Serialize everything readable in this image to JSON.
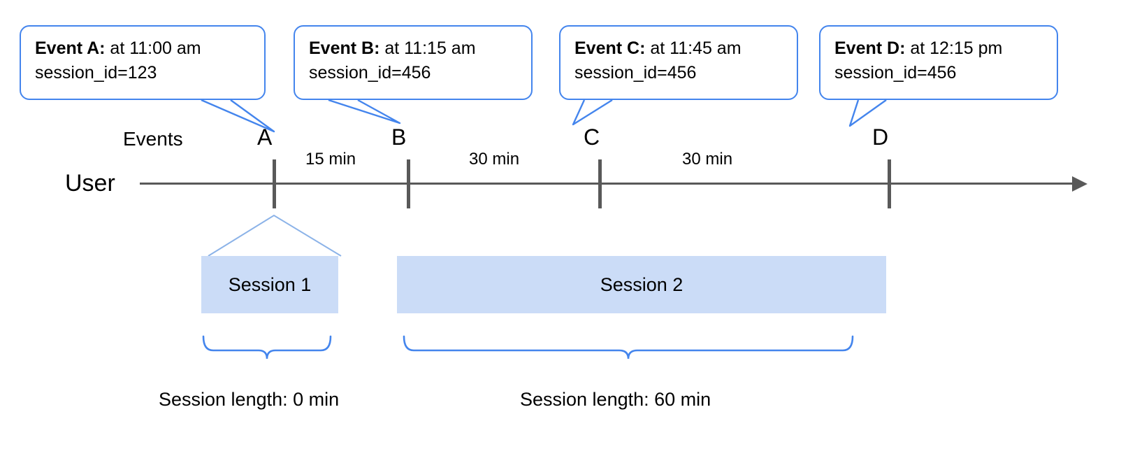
{
  "diagram": {
    "title_axis_label": "User",
    "events_row_label": "Events",
    "callouts": [
      {
        "id": "A",
        "lead": "Event A:",
        "rest": " at 11:00 am",
        "line2": "session_id=123"
      },
      {
        "id": "B",
        "lead": "Event B:",
        "rest": " at 11:15 am",
        "line2": "session_id=456"
      },
      {
        "id": "C",
        "lead": "Event C:",
        "rest": " at 11:45 am",
        "line2": "session_id=456"
      },
      {
        "id": "D",
        "lead": "Event D:",
        "rest": " at 12:15 pm",
        "line2": "session_id=456"
      }
    ],
    "event_markers": [
      {
        "label": "A"
      },
      {
        "label": "B"
      },
      {
        "label": "C"
      },
      {
        "label": "D"
      }
    ],
    "gaps": [
      {
        "label": "15 min"
      },
      {
        "label": "30 min"
      },
      {
        "label": "30 min"
      }
    ],
    "sessions": [
      {
        "label": "Session 1",
        "length_label": "Session length: 0 min"
      },
      {
        "label": "Session 2",
        "length_label": "Session length: 60 min"
      }
    ],
    "colors": {
      "callout_border": "#4485ed",
      "brace": "#4485ed",
      "session_fill": "#cbdcf7",
      "axis": "#595959",
      "text": "#000000"
    }
  }
}
